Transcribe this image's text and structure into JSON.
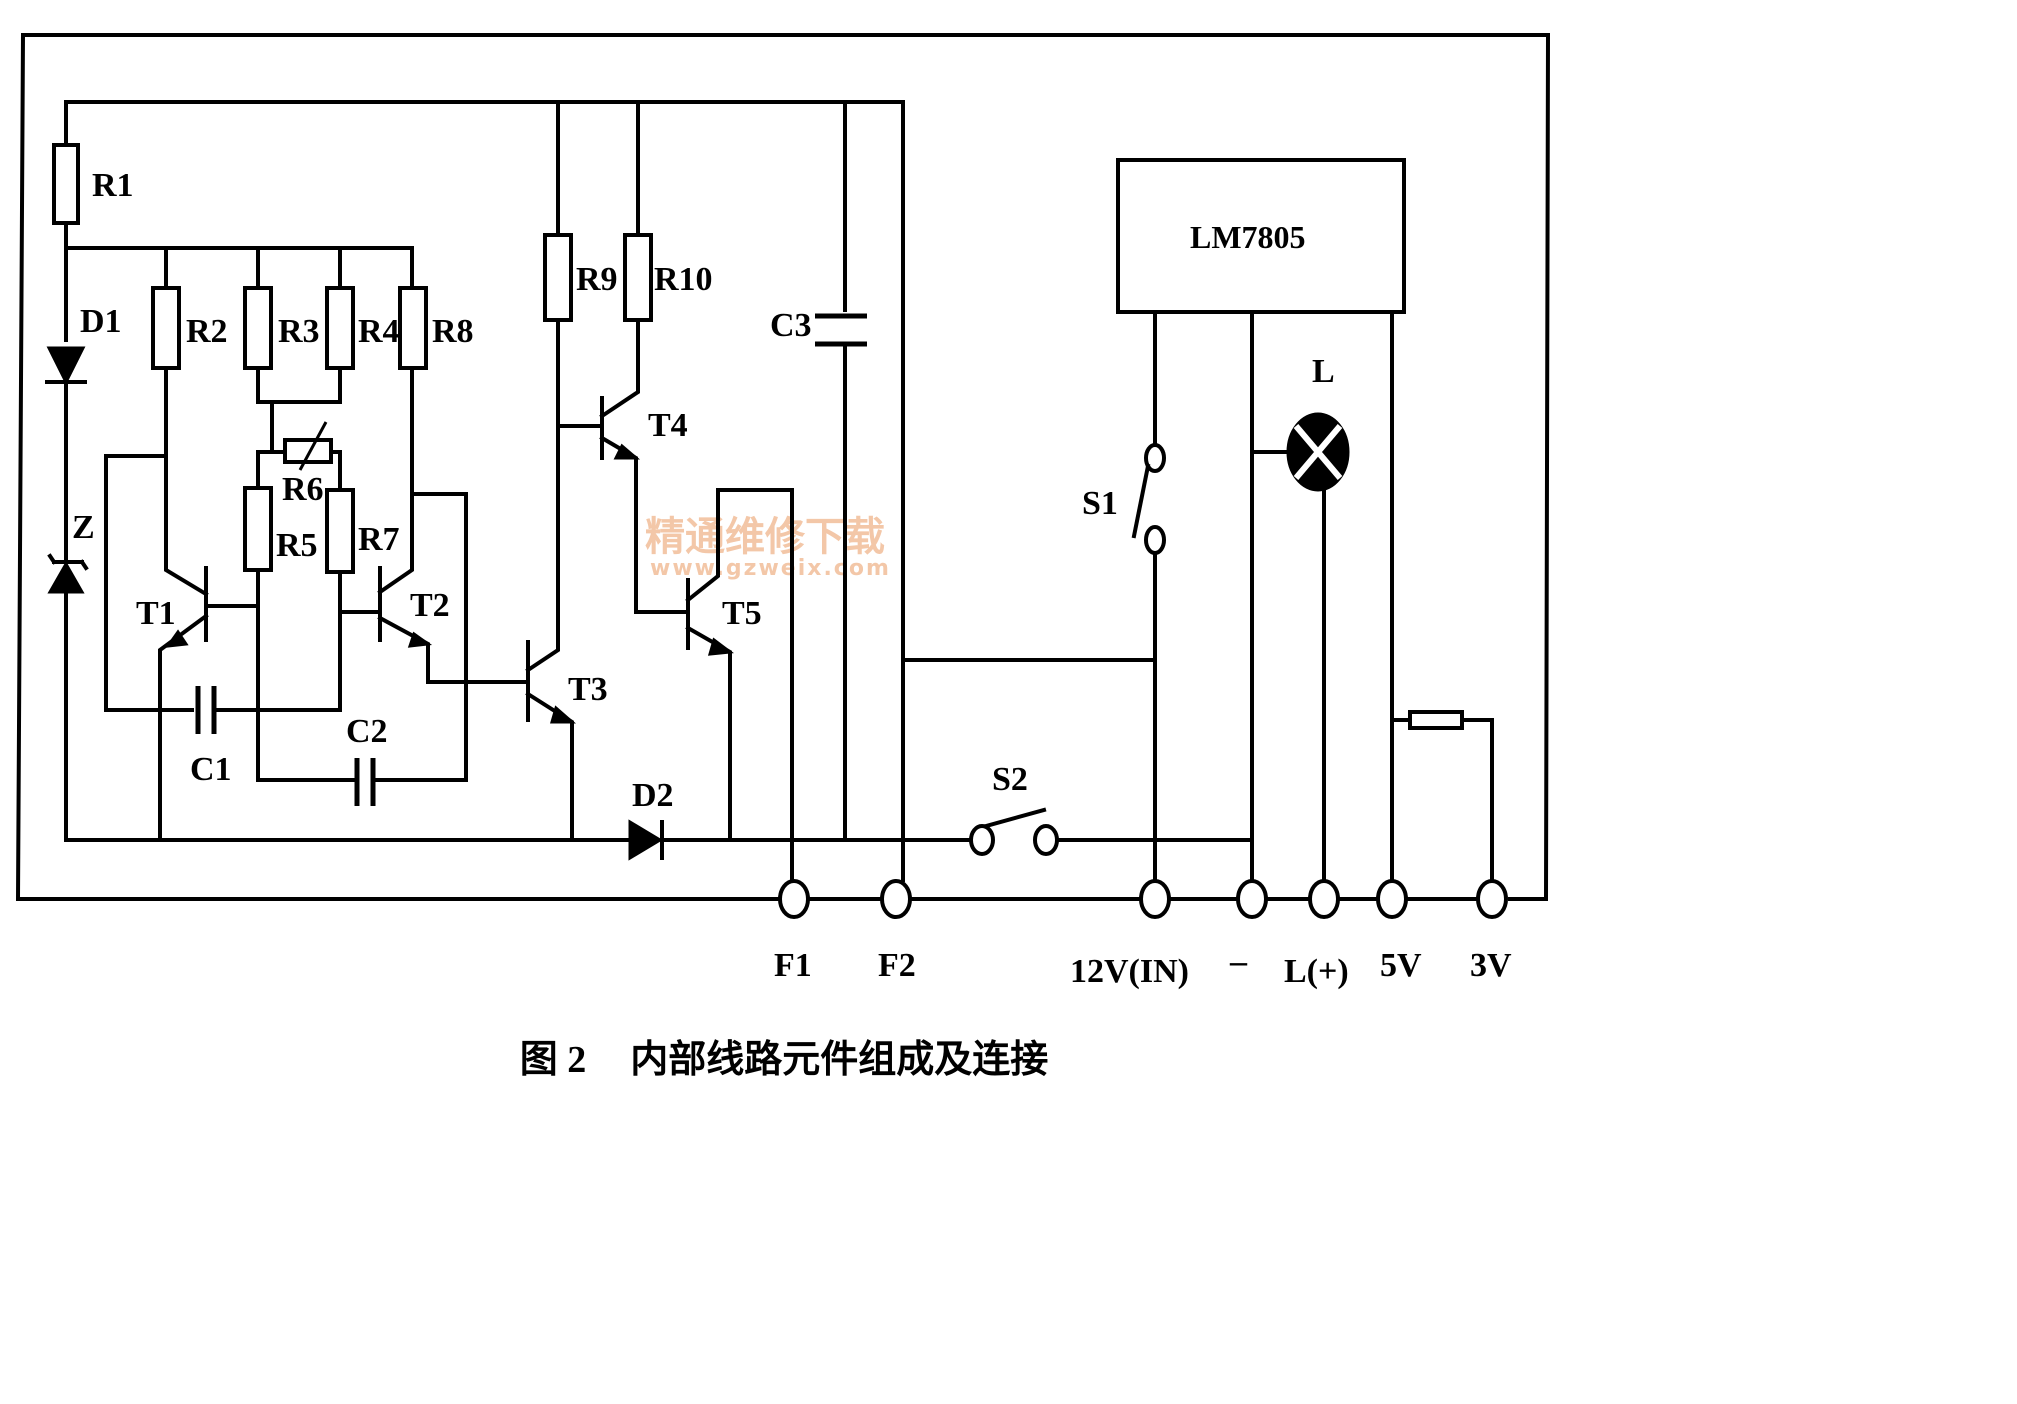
{
  "diagram": {
    "components": {
      "R1": "R1",
      "R2": "R2",
      "R3": "R3",
      "R4": "R4",
      "R5": "R5",
      "R6": "R6",
      "R7": "R7",
      "R8": "R8",
      "R9": "R9",
      "R10": "R10",
      "C1": "C1",
      "C2": "C2",
      "C3": "C3",
      "D1": "D1",
      "D2": "D2",
      "Z": "Z",
      "T1": "T1",
      "T2": "T2",
      "T3": "T3",
      "T4": "T4",
      "T5": "T5",
      "S1": "S1",
      "S2": "S2",
      "L": "L",
      "IC": "LM7805"
    },
    "terminals": [
      "F1",
      "F2",
      "12V(IN)",
      "–",
      "L(+)",
      "5V",
      "3V"
    ],
    "watermark": {
      "text": "精通维修下载",
      "url": "www.gzweix.com"
    }
  },
  "caption": {
    "number": "图 2",
    "title": "内部线路元件组成及连接"
  }
}
